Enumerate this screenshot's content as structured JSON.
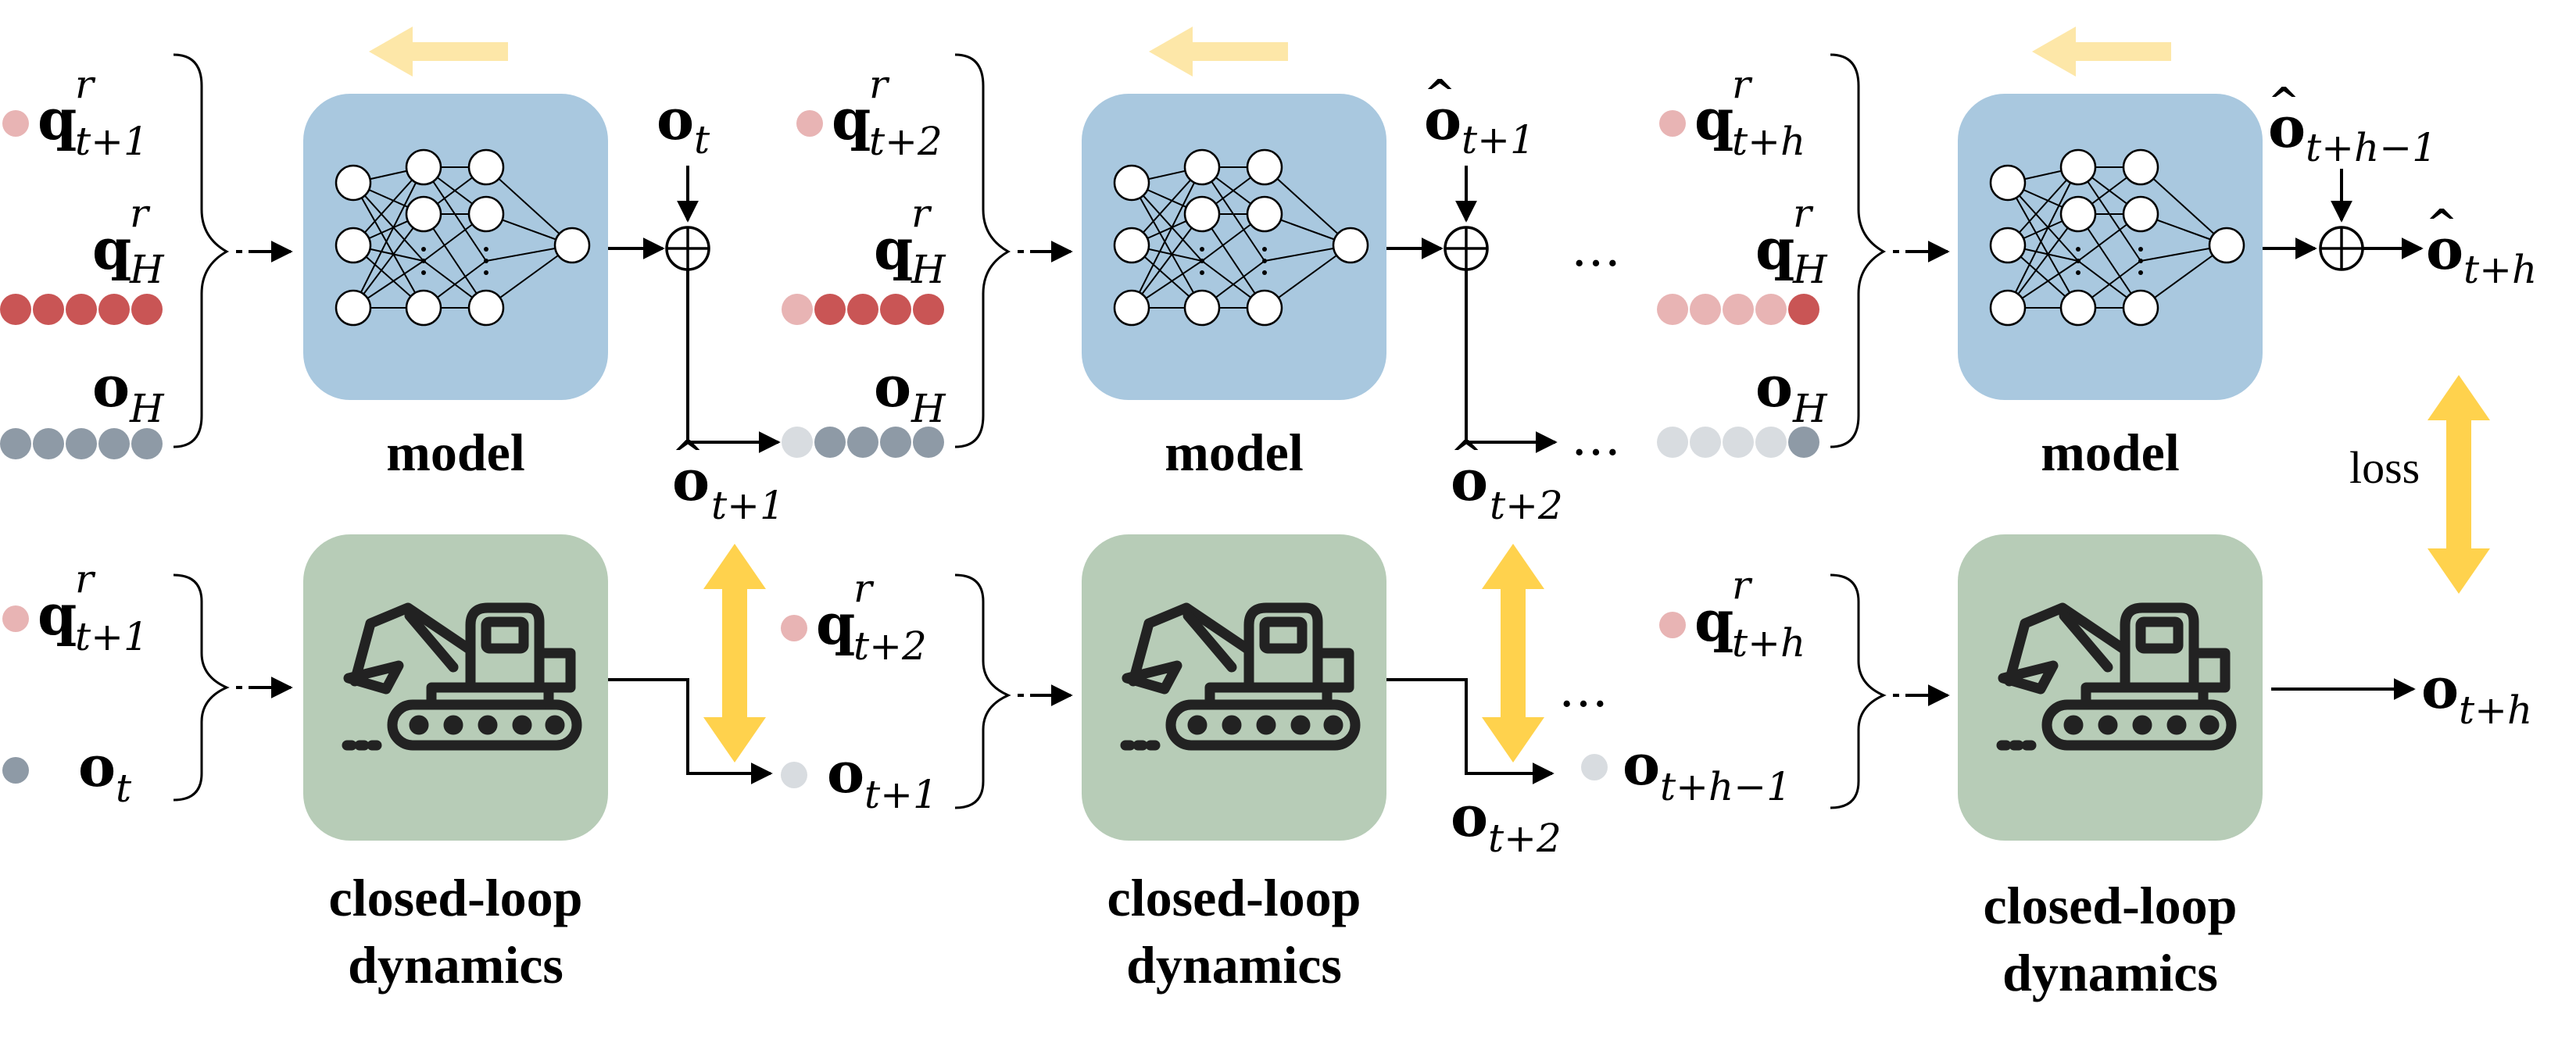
{
  "colors": {
    "model_fill": "#a9c8df",
    "dynamics_fill": "#b7ccb7",
    "query_dot_light": "#e8b4b4",
    "query_dot_dark": "#c95555",
    "obs_dot_dark": "#8e9aa6",
    "obs_dot_light": "#d8dce0",
    "loss_arrow": "#ffd24d",
    "back_arrow": "#fde7a8",
    "stroke": "#000000"
  },
  "labels": {
    "model": "model",
    "dynamics_line1": "closed-loop",
    "dynamics_line2": "dynamics",
    "loss": "loss",
    "ellipsis": "…"
  },
  "math": {
    "q_sym": "q",
    "q_sup": "r",
    "q_sub_1": "t+1",
    "q_sub_2": "t+2",
    "q_sub_h": "t+h",
    "q_sub_H": "H",
    "o_sym": "o",
    "o_sub_H": "H",
    "o_sub_t": "t",
    "o_sub_1": "t+1",
    "o_sub_2": "t+2",
    "o_sub_h1": "t+h−1",
    "o_sub_h": "t+h",
    "hat": "^"
  },
  "icons": {
    "neural_net": "neural-network-icon",
    "excavator": "excavator-icon",
    "sum": "circled-plus-icon"
  }
}
